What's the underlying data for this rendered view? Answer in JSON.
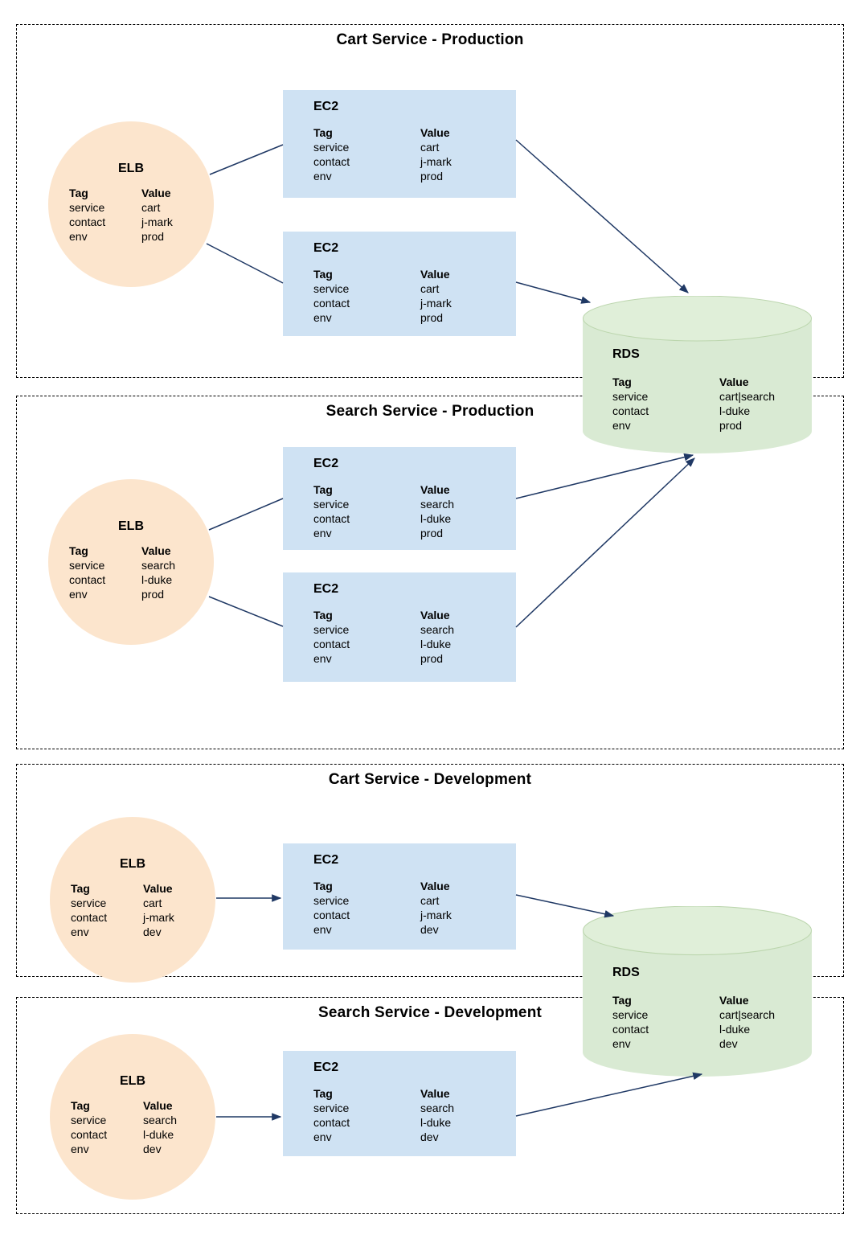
{
  "groups": {
    "cart_prod": {
      "title": "Cart Service - Production"
    },
    "search_prod": {
      "title": "Search Service - Production"
    },
    "cart_dev": {
      "title": "Cart Service - Development"
    },
    "search_dev": {
      "title": "Search Service - Development"
    }
  },
  "headers": {
    "tag": "Tag",
    "value": "Value"
  },
  "nodes": {
    "elb_cart_prod": {
      "label": "ELB",
      "rows": [
        {
          "tag": "service",
          "value": "cart"
        },
        {
          "tag": "contact",
          "value": "j-mark"
        },
        {
          "tag": "env",
          "value": "prod"
        }
      ]
    },
    "ec2_cart_prod_1": {
      "label": "EC2",
      "rows": [
        {
          "tag": "service",
          "value": "cart"
        },
        {
          "tag": "contact",
          "value": "j-mark"
        },
        {
          "tag": "env",
          "value": "prod"
        }
      ]
    },
    "ec2_cart_prod_2": {
      "label": "EC2",
      "rows": [
        {
          "tag": "service",
          "value": "cart"
        },
        {
          "tag": "contact",
          "value": "j-mark"
        },
        {
          "tag": "env",
          "value": "prod"
        }
      ]
    },
    "rds_prod": {
      "label": "RDS",
      "rows": [
        {
          "tag": "service",
          "value": "cart|search"
        },
        {
          "tag": "contact",
          "value": "l-duke"
        },
        {
          "tag": "env",
          "value": "prod"
        }
      ]
    },
    "elb_search_prod": {
      "label": "ELB",
      "rows": [
        {
          "tag": "service",
          "value": "search"
        },
        {
          "tag": "contact",
          "value": "l-duke"
        },
        {
          "tag": "env",
          "value": "prod"
        }
      ]
    },
    "ec2_search_prod_1": {
      "label": "EC2",
      "rows": [
        {
          "tag": "service",
          "value": "search"
        },
        {
          "tag": "contact",
          "value": "l-duke"
        },
        {
          "tag": "env",
          "value": "prod"
        }
      ]
    },
    "ec2_search_prod_2": {
      "label": "EC2",
      "rows": [
        {
          "tag": "service",
          "value": "search"
        },
        {
          "tag": "contact",
          "value": "l-duke"
        },
        {
          "tag": "env",
          "value": "prod"
        }
      ]
    },
    "elb_cart_dev": {
      "label": "ELB",
      "rows": [
        {
          "tag": "service",
          "value": "cart"
        },
        {
          "tag": "contact",
          "value": "j-mark"
        },
        {
          "tag": "env",
          "value": "dev"
        }
      ]
    },
    "ec2_cart_dev": {
      "label": "EC2",
      "rows": [
        {
          "tag": "service",
          "value": "cart"
        },
        {
          "tag": "contact",
          "value": "j-mark"
        },
        {
          "tag": "env",
          "value": "dev"
        }
      ]
    },
    "rds_dev": {
      "label": "RDS",
      "rows": [
        {
          "tag": "service",
          "value": "cart|search"
        },
        {
          "tag": "contact",
          "value": "l-duke"
        },
        {
          "tag": "env",
          "value": "dev"
        }
      ]
    },
    "elb_search_dev": {
      "label": "ELB",
      "rows": [
        {
          "tag": "service",
          "value": "search"
        },
        {
          "tag": "contact",
          "value": "l-duke"
        },
        {
          "tag": "env",
          "value": "dev"
        }
      ]
    },
    "ec2_search_dev": {
      "label": "EC2",
      "rows": [
        {
          "tag": "service",
          "value": "search"
        },
        {
          "tag": "contact",
          "value": "l-duke"
        },
        {
          "tag": "env",
          "value": "dev"
        }
      ]
    }
  },
  "colors": {
    "elb_fill": "#fce5cd",
    "ec2_fill": "#cfe2f3",
    "rds_fill": "#d9ead3",
    "rds_top_fill": "#e0efd9",
    "rds_rim": "#bcd6ae",
    "connector": "#1f3864"
  }
}
